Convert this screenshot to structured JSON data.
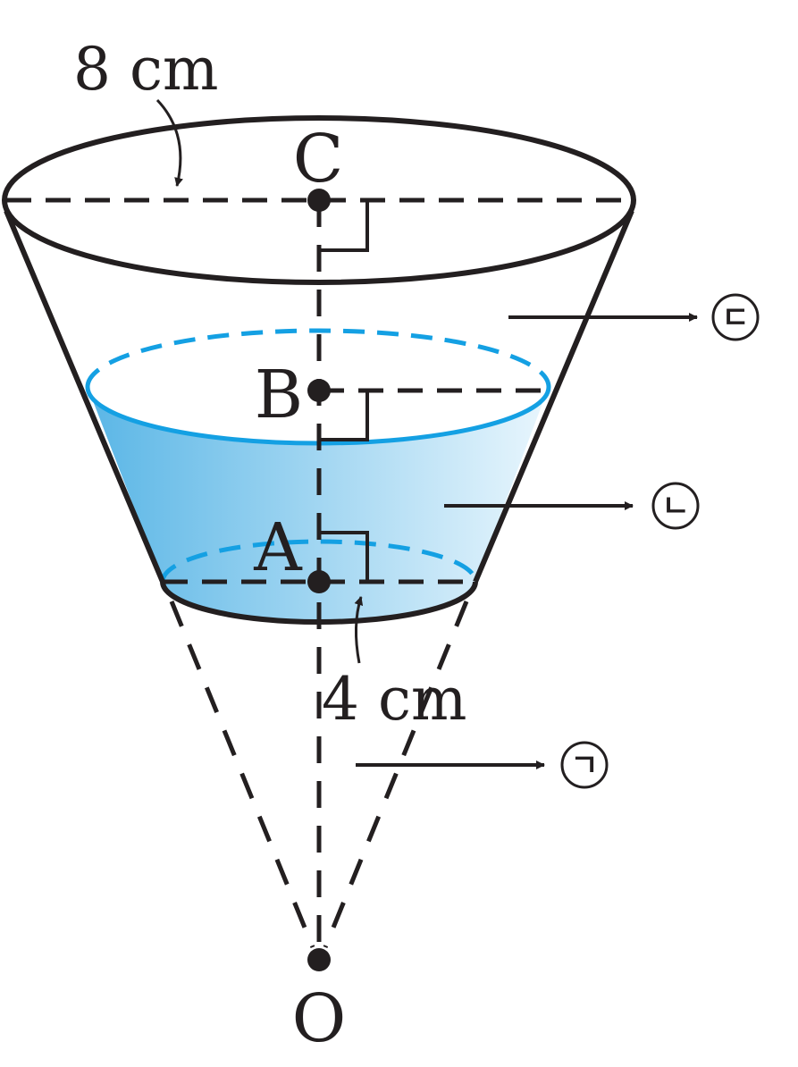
{
  "labels": {
    "top_radius": "8 cm",
    "bottom_radius": "4 cm",
    "point_c": "C",
    "point_b": "B",
    "point_a": "A",
    "point_o": "O"
  },
  "callouts": {
    "part_3": "ㄷ",
    "part_2": "ㄴ",
    "part_1": "ㄱ"
  },
  "colors": {
    "water_fill_dark": "#5ab6e6",
    "water_fill_light": "#e9f6fd",
    "water_outline": "#14a0e3",
    "line": "#231f20"
  }
}
